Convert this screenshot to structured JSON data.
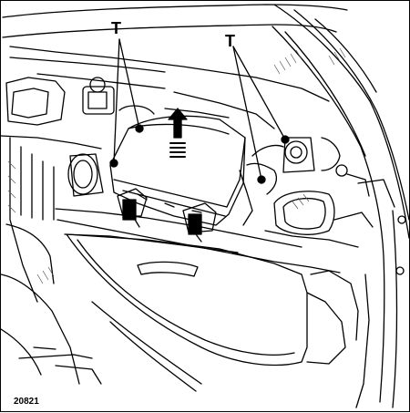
{
  "diagram": {
    "callouts": [
      {
        "label": "T"
      },
      {
        "label": "T"
      }
    ],
    "reference_number": "20821",
    "colors": {
      "line": "#000000",
      "hatch": "#555555",
      "background": "#ffffff"
    },
    "arrow_icon": "arrow-up-icon"
  }
}
